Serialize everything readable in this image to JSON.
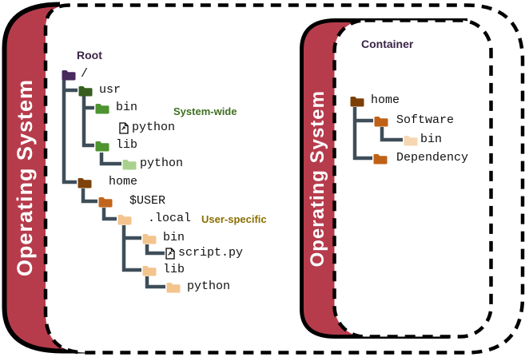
{
  "colors": {
    "band_red": "#b63c4c",
    "connector": "#3e4e59",
    "title_purple": "#3a2547",
    "green_label": "#3f6f21",
    "gold_label": "#8a6f00"
  },
  "left": {
    "band_label": "Operating System",
    "root_heading": "Root",
    "system_wide_label": "System-wide",
    "user_specific_label": "User-specific",
    "tree": [
      {
        "label": "/",
        "type": "folder",
        "color": "#482a5c"
      },
      {
        "label": "usr",
        "type": "folder",
        "color": "#365e1e"
      },
      {
        "label": "bin",
        "type": "folder",
        "color": "#4e9430"
      },
      {
        "label": "python",
        "type": "file"
      },
      {
        "label": "lib",
        "type": "folder",
        "color": "#4e9430"
      },
      {
        "label": "python",
        "type": "folder",
        "color": "#a9d18e"
      },
      {
        "label": "home",
        "type": "folder",
        "color": "#7c430a"
      },
      {
        "label": "$USER",
        "type": "folder",
        "color": "#c1651c"
      },
      {
        "label": ".local",
        "type": "folder",
        "color": "#f4c48e"
      },
      {
        "label": "bin",
        "type": "folder",
        "color": "#f4c48e"
      },
      {
        "label": "script.py",
        "type": "file"
      },
      {
        "label": "lib",
        "type": "folder",
        "color": "#f4c48e"
      },
      {
        "label": "python",
        "type": "folder",
        "color": "#f4c48e"
      }
    ]
  },
  "right": {
    "band_label": "Operating System",
    "title": "Container",
    "tree": [
      {
        "label": "home",
        "type": "folder",
        "color": "#7b3f06"
      },
      {
        "label": "Software",
        "type": "folder",
        "color": "#bf6217"
      },
      {
        "label": "bin",
        "type": "folder",
        "color": "#f6d7b2"
      },
      {
        "label": "Dependency",
        "type": "folder",
        "color": "#bf6217"
      }
    ]
  }
}
